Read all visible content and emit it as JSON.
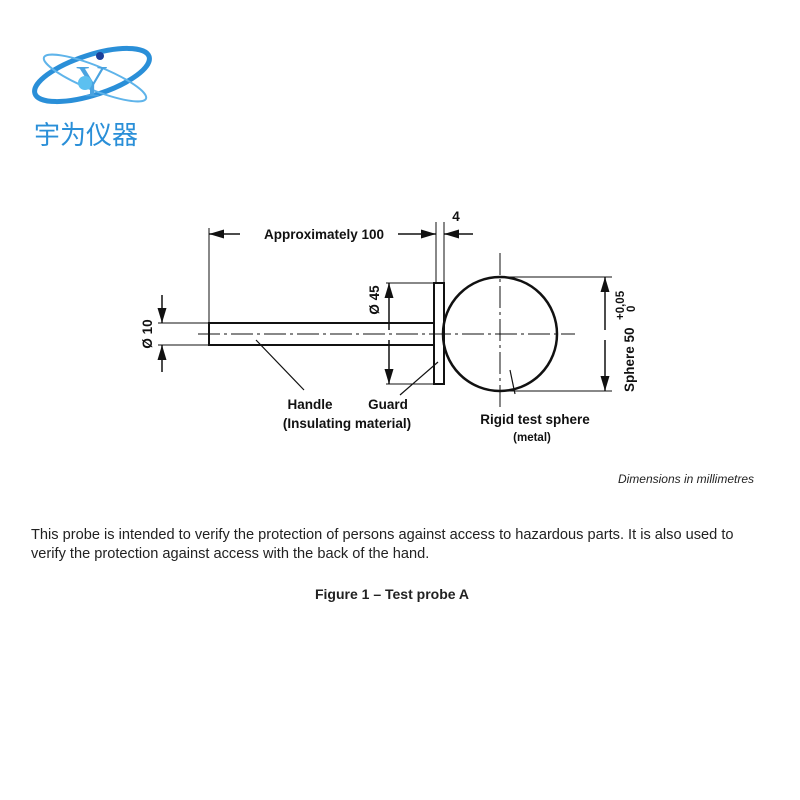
{
  "logo": {
    "company_name": "宇为仪器",
    "brand_color": "#2a8fd8"
  },
  "drawing": {
    "length_label": "Approximately 100",
    "guard_thickness_label": "4",
    "handle_diameter_label": "Ø 10",
    "guard_diameter_label": "Ø 45",
    "sphere_label": "Sphere 50",
    "sphere_tol_upper": "+0,05",
    "sphere_tol_lower": "0",
    "handle_label": "Handle",
    "handle_sublabel": "(Insulating material)",
    "guard_label": "Guard",
    "sphere_part_label": "Rigid test sphere",
    "sphere_part_sublabel": "(metal)"
  },
  "dimensions_note": "Dimensions in millimetres",
  "description": "This probe is intended to verify the protection of persons against access to hazardous parts. It is also used to verify the protection against access with the back of the hand.",
  "caption": "Figure 1 – Test probe A"
}
